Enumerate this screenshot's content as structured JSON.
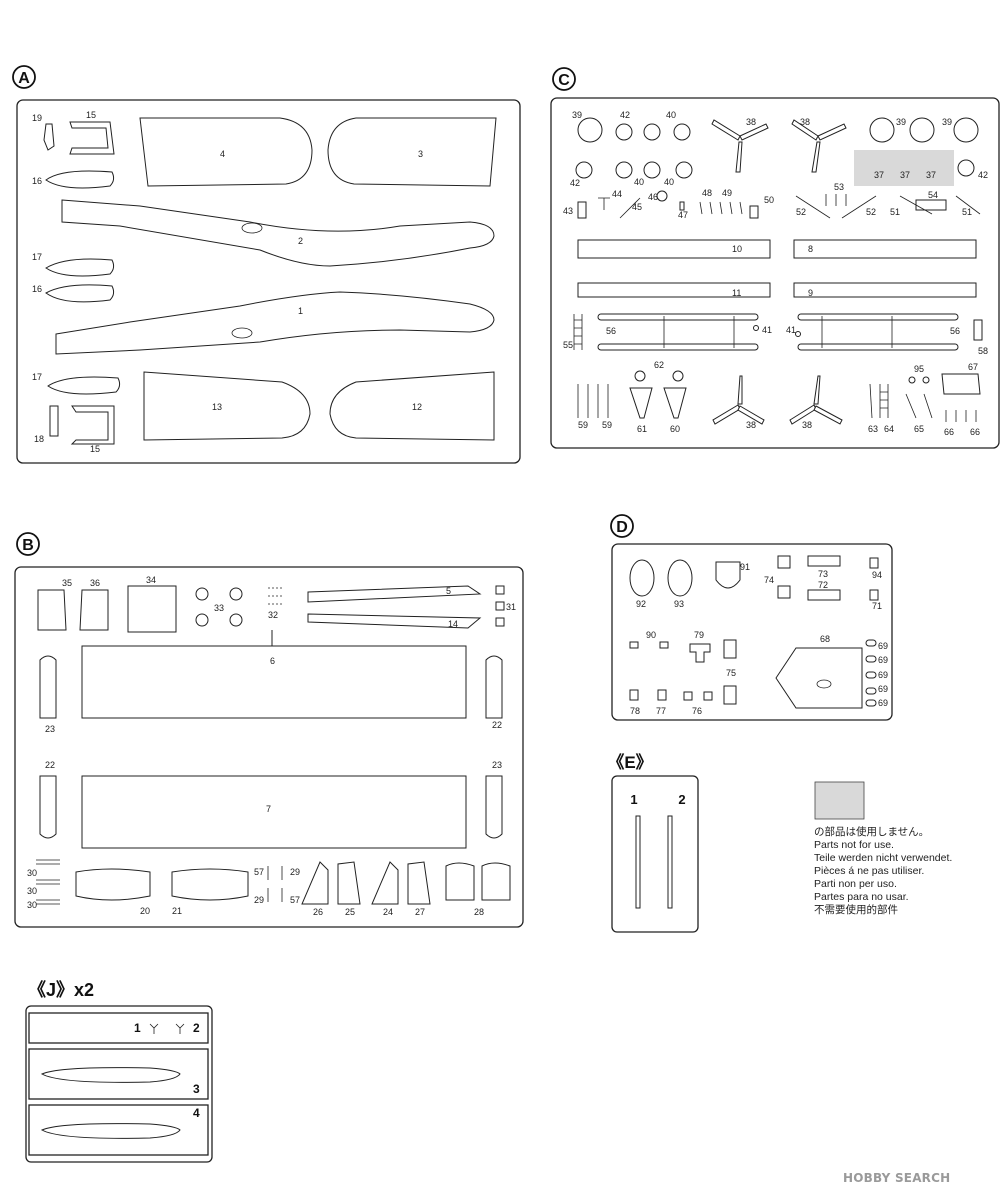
{
  "sheets": {
    "A": {
      "title": "A",
      "parts": [
        "19",
        "15",
        "4",
        "3",
        "16",
        "2",
        "17",
        "16",
        "1",
        "17",
        "13",
        "12",
        "18",
        "15"
      ]
    },
    "B": {
      "title": "B",
      "parts": [
        "35",
        "36",
        "34",
        "33",
        "32",
        "5",
        "14",
        "31",
        "6",
        "23",
        "22",
        "22",
        "23",
        "7",
        "30",
        "30",
        "30",
        "20",
        "21",
        "57",
        "29",
        "29",
        "57",
        "26",
        "25",
        "24",
        "27",
        "28"
      ]
    },
    "C": {
      "title": "C",
      "parts": [
        "39",
        "42",
        "40",
        "38",
        "38",
        "39",
        "39",
        "42",
        "40",
        "40",
        "37",
        "37",
        "37",
        "42",
        "43",
        "44",
        "45",
        "46",
        "47",
        "48",
        "49",
        "50",
        "53",
        "52",
        "52",
        "54",
        "51",
        "51",
        "10",
        "8",
        "11",
        "9",
        "56",
        "41",
        "41",
        "56",
        "55",
        "58",
        "62",
        "95",
        "67",
        "59",
        "59",
        "61",
        "60",
        "38",
        "38",
        "63",
        "64",
        "65",
        "66",
        "66"
      ]
    },
    "D": {
      "title": "D",
      "parts": [
        "91",
        "92",
        "93",
        "74",
        "73",
        "72",
        "94",
        "71",
        "90",
        "79",
        "75",
        "68",
        "69",
        "69",
        "69",
        "69",
        "69",
        "78",
        "77",
        "76"
      ]
    },
    "E": {
      "title": "《E》",
      "parts": [
        "1",
        "2"
      ]
    },
    "J": {
      "title": "《J》x2",
      "parts": [
        "1",
        "2",
        "3",
        "4"
      ]
    }
  },
  "note": {
    "swatch_color": "#d9d9d9",
    "lines": [
      "の部品は使用しません。",
      "Parts not for use.",
      "Teile werden nicht verwendet.",
      "Pièces á ne pas utiliser.",
      "Parti non per uso.",
      "Partes para no usar.",
      "不需要使用的部件"
    ]
  },
  "watermark": "HOBBY SEARCH"
}
